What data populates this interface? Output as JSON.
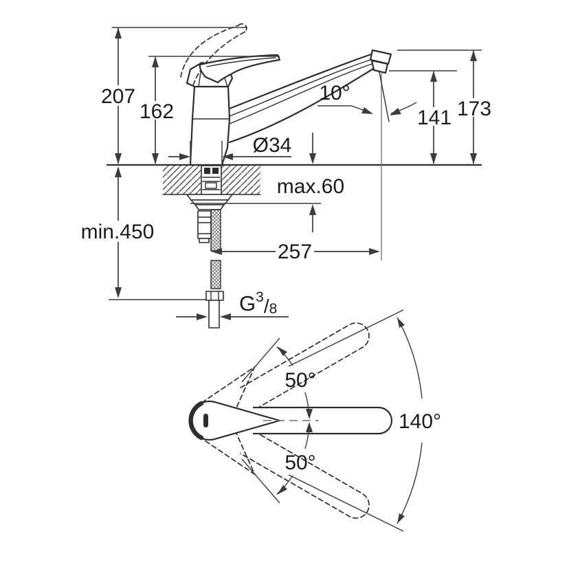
{
  "drawing_title": "single-lever-sink-mixer-dimension-drawing",
  "colors": {
    "background": "#ffffff",
    "line": "#2d2d2d",
    "dim": "#3c3c3c",
    "thin": "#6f6f6f",
    "text": "#1b1b1b"
  },
  "side_view": {
    "total_height": "207",
    "lever_height": "162",
    "spout_angle": "10°",
    "outlet_height": "141",
    "spout_height": "173",
    "base_diameter": "Ø34",
    "deck_thickness": "max.60",
    "hose_min_length": "min.450",
    "spout_reach": "257",
    "thread_label": {
      "prefix": "G",
      "sup": "3",
      "slash": "/",
      "sub": "8"
    }
  },
  "plan_view": {
    "lever_swing_up": "50°",
    "lever_swing_down": "50°",
    "spout_swivel_range": "140°"
  }
}
